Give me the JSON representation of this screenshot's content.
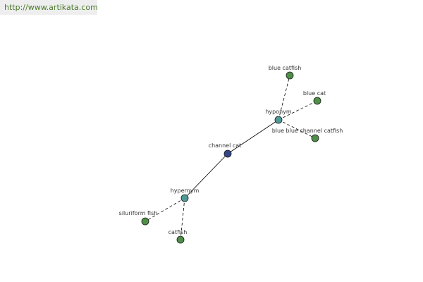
{
  "watermark": {
    "url": "http://www.artikata.com"
  },
  "graph": {
    "center": {
      "label": "channel cat",
      "color": "#34478a"
    },
    "relation_nodes": {
      "hyponym": {
        "label": "hyponym",
        "color": "#4f9a96"
      },
      "hypernym": {
        "label": "hypernym",
        "color": "#4f9a96"
      }
    },
    "leaf_color": "#4f8f47",
    "hyponyms": [
      "blue catfish",
      "blue cat",
      "blue blue channel catfish"
    ],
    "hypernyms": [
      "siluriform fish",
      "catfish"
    ]
  }
}
